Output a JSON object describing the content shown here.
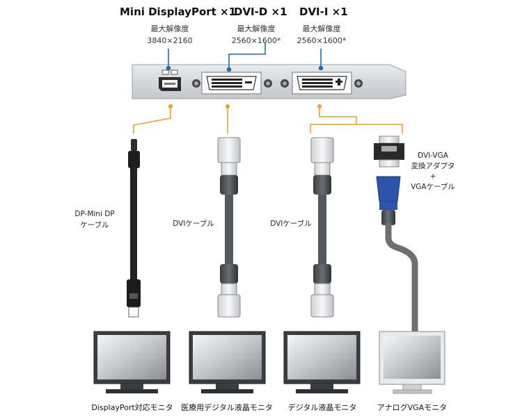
{
  "ports": [
    {
      "title": "Mini DisplayPort ×1",
      "res_label": "最大解像度",
      "resolution": "3840×2160"
    },
    {
      "title": "DVI-D ×1",
      "res_label": "最大解像度",
      "resolution": "2560×1600*"
    },
    {
      "title": "DVI-I ×1",
      "res_label": "最大解像度",
      "resolution": "2560×1600*"
    }
  ],
  "cables": {
    "dp": [
      "DP-Mini DP",
      "ケーブル"
    ],
    "dvi1": "DVIケーブル",
    "dvi2": "DVIケーブル",
    "vga": [
      "DVI-VGA",
      "変換アダプタ",
      "+",
      "VGAケーブル"
    ]
  },
  "monitors": [
    "DisplayPort対応モニタ",
    "医療用デジタル液晶モニタ",
    "デジタル液晶モニタ",
    "アナログVGAモニタ"
  ],
  "colors": {
    "accent_blue": "#1a6fb5",
    "accent_orange": "#f0a020",
    "vga_blue": "#2b55a8"
  }
}
